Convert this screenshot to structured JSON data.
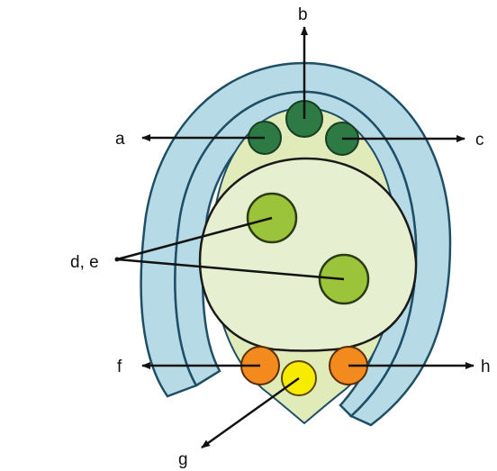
{
  "labels": {
    "a": "a",
    "b": "b",
    "c": "c",
    "de": "d, e",
    "f": "f",
    "g": "g",
    "h": "h"
  },
  "colors": {
    "integument_fill": "#b7dbe6",
    "integument_stroke": "#1f4f66",
    "sac_fill": "#e1ebb9",
    "central_cell_fill": "#e6efd0",
    "dark_green": "#2e7a45",
    "nucleus_green": "#9cc43a",
    "antipodal_orange": "#f28a1e",
    "egg_yellow": "#f7ec00",
    "line": "#111111"
  }
}
